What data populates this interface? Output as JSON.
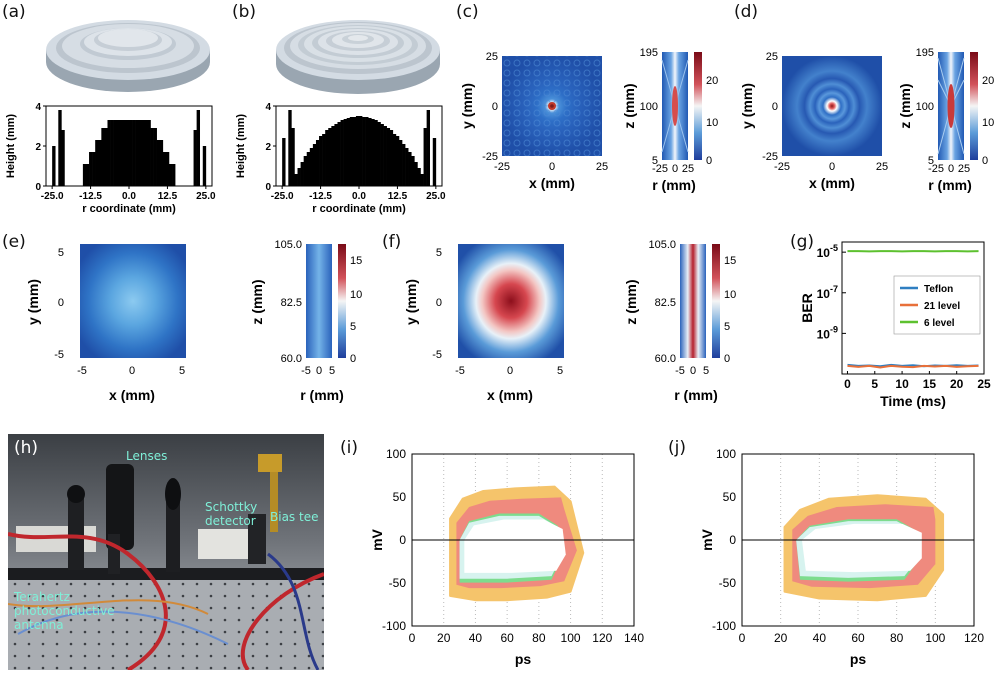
{
  "panels": {
    "a": "(a)",
    "b": "(b)",
    "c": "(c)",
    "d": "(d)",
    "e": "(e)",
    "f": "(f)",
    "g": "(g)",
    "h": "(h)",
    "i": "(i)",
    "j": "(j)"
  },
  "profile_axes": {
    "xlabel": "r coordinate (mm)",
    "ylabel": "Height (mm)",
    "xticks": [
      "-25.0",
      "-12.5",
      "0.0",
      "12.5",
      "25.0"
    ],
    "yticks": [
      "0",
      "2",
      "4"
    ]
  },
  "focus_maps": {
    "xy_xlabel": "x (mm)",
    "xy_ylabel": "y (mm)",
    "rz_xlabel": "r (mm)",
    "rz_ylabel": "z (mm)",
    "cd_xy_ticks": [
      "-25",
      "0",
      "25"
    ],
    "cd_rz_xticks": [
      "-25",
      "0",
      "25"
    ],
    "cd_rz_yticks": [
      "195",
      "100",
      "5"
    ],
    "cd_cbar_ticks": [
      "20",
      "10",
      "0"
    ],
    "ef_xy_ticks": [
      "-5",
      "0",
      "5"
    ],
    "ef_rz_xticks": [
      "-5",
      "0",
      "5"
    ],
    "ef_rz_yticks": [
      "105.0",
      "82.5",
      "60.0"
    ],
    "ef_cbar_ticks": [
      "15",
      "10",
      "5",
      "0"
    ]
  },
  "photo": {
    "lenses": "Lenses",
    "schottky": "Schottky detector",
    "bias_tee": "Bias tee",
    "antenna": "Terahertz photoconductive antenna"
  },
  "chart_data": [
    {
      "type": "bar",
      "panel": "(a)",
      "title": "",
      "xlabel": "r coordinate (mm)",
      "ylabel": "Height (mm)",
      "xlim": [
        -27,
        27
      ],
      "ylim": [
        0,
        4
      ],
      "x": [
        -25.5,
        -24.5,
        -23.5,
        -22.5,
        -21.5,
        -20.5,
        -19.5,
        -18.5,
        -17.5,
        -16.5,
        -15.5,
        -14.5,
        -13.5,
        -12.5,
        -11.5,
        -10.5,
        -9.5,
        -8.5,
        -7.5,
        -6.5,
        -5.5,
        -4.5,
        -3.5,
        -2.5,
        -1.5,
        -0.5,
        0.5,
        1.5,
        2.5,
        3.5,
        4.5,
        5.5,
        6.5,
        7.5,
        8.5,
        9.5,
        10.5,
        11.5,
        12.5,
        13.5,
        14.5,
        15.5,
        16.5,
        17.5,
        18.5,
        19.5,
        20.5,
        21.5,
        22.5,
        23.5,
        24.5,
        25.5
      ],
      "values": [
        0,
        2.0,
        0,
        3.8,
        2.8,
        0,
        0,
        0,
        0,
        0,
        0,
        1.1,
        1.1,
        1.7,
        1.7,
        2.3,
        2.3,
        2.9,
        2.9,
        3.3,
        3.3,
        3.3,
        3.3,
        3.3,
        3.3,
        3.3,
        3.3,
        3.3,
        3.3,
        3.3,
        3.3,
        3.3,
        3.3,
        2.9,
        2.9,
        2.3,
        2.3,
        1.7,
        1.7,
        1.1,
        1.1,
        0,
        0,
        0,
        0,
        0,
        0,
        2.8,
        3.8,
        0,
        2.0,
        0
      ]
    },
    {
      "type": "bar",
      "panel": "(b)",
      "title": "",
      "xlabel": "r coordinate (mm)",
      "ylabel": "Height (mm)",
      "xlim": [
        -27,
        27
      ],
      "ylim": [
        0,
        4
      ],
      "x": [
        -25.5,
        -24.5,
        -23.5,
        -22.5,
        -21.5,
        -20.5,
        -19.5,
        -18.5,
        -17.5,
        -16.5,
        -15.5,
        -14.5,
        -13.5,
        -12.5,
        -11.5,
        -10.5,
        -9.5,
        -8.5,
        -7.5,
        -6.5,
        -5.5,
        -4.5,
        -3.5,
        -2.5,
        -1.5,
        -0.5,
        0.5,
        1.5,
        2.5,
        3.5,
        4.5,
        5.5,
        6.5,
        7.5,
        8.5,
        9.5,
        10.5,
        11.5,
        12.5,
        13.5,
        14.5,
        15.5,
        16.5,
        17.5,
        18.5,
        19.5,
        20.5,
        21.5,
        22.5,
        23.5,
        24.5,
        25.5
      ],
      "values": [
        0,
        2.4,
        0,
        3.8,
        2.9,
        0.6,
        0.9,
        1.2,
        1.5,
        1.7,
        1.9,
        2.1,
        2.3,
        2.5,
        2.6,
        2.8,
        2.9,
        3.0,
        3.1,
        3.2,
        3.3,
        3.35,
        3.4,
        3.45,
        3.45,
        3.5,
        3.5,
        3.45,
        3.45,
        3.4,
        3.35,
        3.3,
        3.2,
        3.1,
        3.0,
        2.9,
        2.8,
        2.6,
        2.5,
        2.3,
        2.1,
        1.9,
        1.7,
        1.5,
        1.2,
        0.9,
        0.6,
        2.9,
        3.8,
        0,
        2.4,
        0
      ]
    },
    {
      "type": "line",
      "panel": "(g)",
      "title": "",
      "xlabel": "Time (ms)",
      "ylabel": "BER",
      "xlim": [
        -1,
        25
      ],
      "ylim": [
        -11,
        -4.5
      ],
      "yscale": "log",
      "xticks": [
        "0",
        "5",
        "10",
        "15",
        "20",
        "25"
      ],
      "yticks": [
        "10^-5",
        "10^-7",
        "10^-9"
      ],
      "series": [
        {
          "name": "Teflon",
          "color": "#2f7fc1",
          "x": [
            0,
            2,
            4,
            6,
            8,
            10,
            12,
            14,
            16,
            18,
            20,
            22,
            24
          ],
          "values": [
            -10.55,
            -10.6,
            -10.58,
            -10.62,
            -10.55,
            -10.6,
            -10.57,
            -10.62,
            -10.58,
            -10.6,
            -10.57,
            -10.6,
            -10.58
          ]
        },
        {
          "name": "21 level",
          "color": "#e8703a",
          "x": [
            0,
            2,
            4,
            6,
            8,
            10,
            12,
            14,
            16,
            18,
            20,
            22,
            24
          ],
          "values": [
            -10.6,
            -10.65,
            -10.6,
            -10.68,
            -10.6,
            -10.64,
            -10.66,
            -10.6,
            -10.63,
            -10.6,
            -10.65,
            -10.62,
            -10.6
          ]
        },
        {
          "name": "6 level",
          "color": "#5dc12f",
          "x": [
            0,
            2,
            4,
            6,
            8,
            10,
            12,
            14,
            16,
            18,
            20,
            22,
            24
          ],
          "values": [
            -4.95,
            -4.95,
            -4.96,
            -4.95,
            -4.95,
            -4.96,
            -4.95,
            -4.95,
            -4.96,
            -4.95,
            -4.95,
            -4.96,
            -4.95
          ]
        }
      ],
      "legend": "center-right"
    },
    {
      "type": "scatter",
      "panel": "(i)",
      "title": "",
      "xlabel": "ps",
      "ylabel": "mV",
      "xlim": [
        0,
        140
      ],
      "ylim": [
        -100,
        100
      ],
      "xticks": [
        "0",
        "20",
        "40",
        "60",
        "80",
        "100",
        "120",
        "140"
      ],
      "yticks": [
        "100",
        "50",
        "0",
        "-50",
        "-100"
      ],
      "eye_outline_outer": [
        [
          24,
          -65
        ],
        [
          24,
          25
        ],
        [
          32,
          48
        ],
        [
          45,
          57
        ],
        [
          65,
          60
        ],
        [
          90,
          62
        ],
        [
          100,
          45
        ],
        [
          108,
          -15
        ],
        [
          100,
          -60
        ],
        [
          85,
          -67
        ],
        [
          60,
          -70
        ],
        [
          40,
          -70
        ]
      ],
      "eye_outline_inner": [
        [
          30,
          -45
        ],
        [
          30,
          0
        ],
        [
          36,
          20
        ],
        [
          55,
          28
        ],
        [
          80,
          28
        ],
        [
          92,
          15
        ],
        [
          94,
          -20
        ],
        [
          88,
          -42
        ],
        [
          60,
          -45
        ]
      ]
    },
    {
      "type": "scatter",
      "panel": "(j)",
      "title": "",
      "xlabel": "ps",
      "ylabel": "mV",
      "xlim": [
        0,
        120
      ],
      "ylim": [
        -100,
        100
      ],
      "xticks": [
        "0",
        "20",
        "40",
        "60",
        "80",
        "100",
        "120"
      ],
      "yticks": [
        "100",
        "50",
        "0",
        "-50",
        "-100"
      ],
      "eye_outline_outer": [
        [
          22,
          -60
        ],
        [
          22,
          15
        ],
        [
          30,
          35
        ],
        [
          45,
          48
        ],
        [
          70,
          52
        ],
        [
          95,
          48
        ],
        [
          104,
          30
        ],
        [
          104,
          -35
        ],
        [
          95,
          -65
        ],
        [
          70,
          -70
        ],
        [
          40,
          -68
        ]
      ],
      "eye_outline_inner": [
        [
          30,
          -42
        ],
        [
          28,
          0
        ],
        [
          35,
          15
        ],
        [
          55,
          22
        ],
        [
          80,
          22
        ],
        [
          90,
          10
        ],
        [
          90,
          -25
        ],
        [
          84,
          -42
        ],
        [
          55,
          -44
        ]
      ]
    }
  ],
  "colors": {
    "bar": "#000000",
    "eye_outer": "#f5c46b",
    "eye_mid": "#ef8a7e",
    "eye_inner": "#7ddc8e",
    "eye_core": "#d7f3ef"
  }
}
